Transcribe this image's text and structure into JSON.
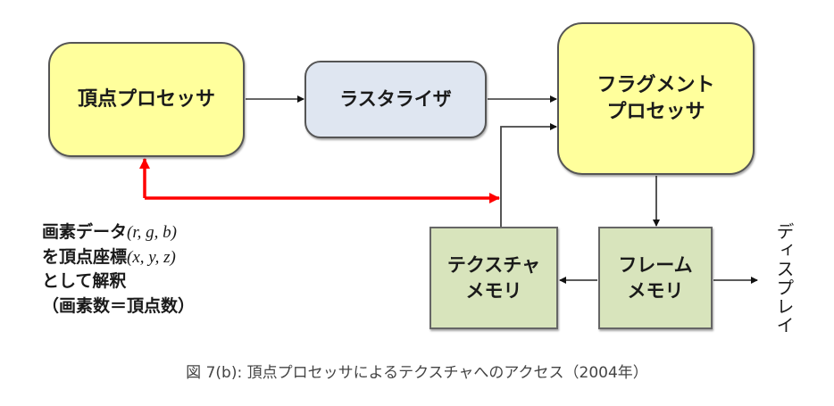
{
  "blocks": {
    "vertex_processor": {
      "lines": [
        "頂点プロセッサ"
      ],
      "color": "#ffff9c"
    },
    "rasterizer": {
      "lines": [
        "ラスタライザ"
      ],
      "color": "#dfe6f1"
    },
    "fragment_processor": {
      "lines": [
        "フラグメント",
        "プロセッサ"
      ],
      "color": "#ffff9c"
    },
    "texture_memory": {
      "lines": [
        "テクスチャ",
        "メモリ"
      ],
      "color": "#d8e4bc"
    },
    "frame_memory": {
      "lines": [
        "フレーム",
        "メモリ"
      ],
      "color": "#d8e4bc"
    }
  },
  "output_label": "ディスプレイ",
  "note": {
    "line1_text": "画素データ",
    "line1_math": "(r, g, b)",
    "line2_text": "を頂点座標",
    "line2_math": "(x, y, z)",
    "line3": "として解釈",
    "line4": "（画素数＝頂点数）"
  },
  "edges": [
    {
      "from": "vertex_processor",
      "to": "rasterizer",
      "color": "#000000"
    },
    {
      "from": "rasterizer",
      "to": "fragment_processor",
      "color": "#000000"
    },
    {
      "from": "texture_memory",
      "to": "fragment_processor",
      "color": "#000000"
    },
    {
      "from": "fragment_processor",
      "to": "frame_memory",
      "color": "#000000"
    },
    {
      "from": "frame_memory",
      "to": "texture_memory",
      "color": "#000000"
    },
    {
      "from": "frame_memory",
      "to": "display",
      "color": "#000000"
    },
    {
      "from": "texture_memory",
      "to": "vertex_processor",
      "color": "#ff0000",
      "bidirectional": true
    }
  ],
  "caption": "図 7(b): 頂点プロセッサによるテクスチャへのアクセス（2004年）"
}
